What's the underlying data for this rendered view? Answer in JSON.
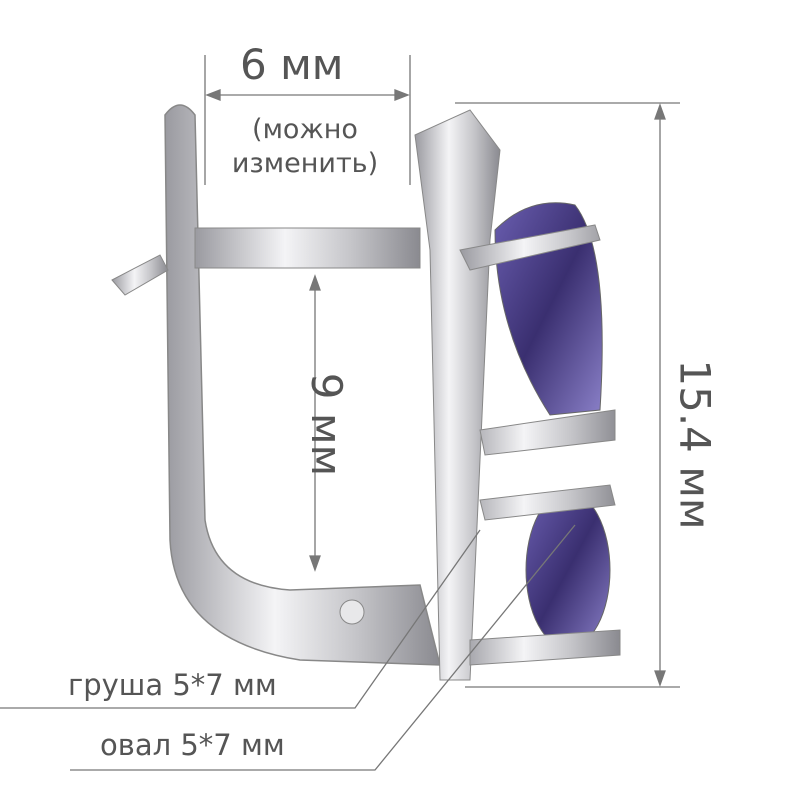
{
  "dimensions": {
    "width_label": "6 мм",
    "width_note_line1": "(можно",
    "width_note_line2": "изменить)",
    "inner_height_label": "9 мм",
    "total_height_label": "15.4 мм"
  },
  "stones": {
    "pear_label": "груша 5*7 мм",
    "oval_label": "овал 5*7 мм"
  },
  "colors": {
    "annotation": "#555555",
    "metal": "#c8c8cc",
    "gem": "#4a3f86"
  }
}
